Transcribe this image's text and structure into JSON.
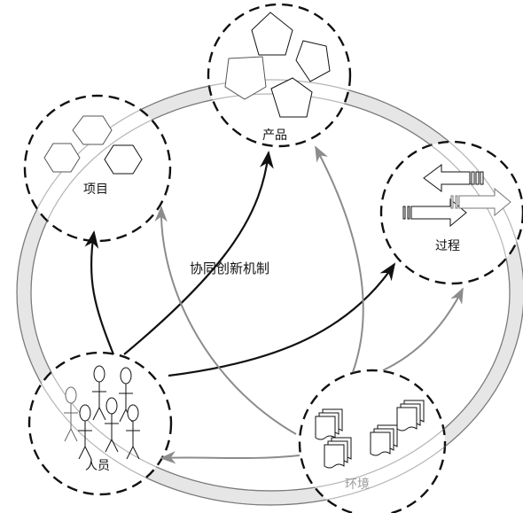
{
  "title": "协同创新机制",
  "nodes": {
    "project": "项目",
    "product": "产品",
    "process": "过程",
    "people": "人员",
    "environment": "环境"
  },
  "colors": {
    "ring_fill": "#e6e6e6",
    "ring_stroke": "#7a7a7a",
    "dashed_circle": "#111111",
    "black_arrow": "#111111",
    "grey_arrow": "#8c8c8c"
  },
  "icons": {
    "project": "hexagon-icon",
    "product": "pentagon-icon",
    "process": "arrow-icon",
    "people": "stick-figure-icon",
    "environment": "document-stack-icon"
  }
}
